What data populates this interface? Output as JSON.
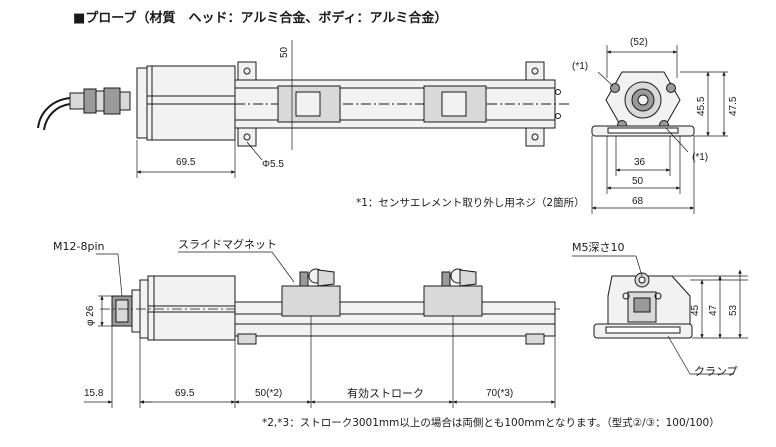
{
  "title": {
    "square": "■",
    "text": "プローブ（材質　ヘッド：アルミ合金、ボディ：アルミ合金）"
  },
  "top_view": {
    "dim_50_vertical": "50",
    "dim_69_5": "69.5",
    "dim_phi_5_5": "Φ5.5"
  },
  "end_view_top": {
    "dim_52": "(52)",
    "mark_1_left": "(*1)",
    "mark_1_right": "(*1)",
    "dim_45_5": "45.5",
    "dim_47_5": "47.5",
    "dim_36": "36",
    "dim_50": "50",
    "dim_68": "68",
    "footnote_1": "*1：センサエレメント取り外し用ネジ（2箇所）"
  },
  "side_view": {
    "label_connector": "M12-8pin",
    "label_slide_magnet": "スライドマグネット",
    "dim_phi_26": "φ 26",
    "dim_15_8": "15.8",
    "dim_69_5": "69.5",
    "dim_50_star2": "50(*2)",
    "dim_effective_stroke": "有効ストローク",
    "dim_70_star3": "70(*3)"
  },
  "end_view_bottom": {
    "label_m5": "M5深さ10",
    "dim_45": "45",
    "dim_47": "47",
    "dim_53": "53",
    "label_clamp": "クランプ"
  },
  "footnote_2_3": "*2,*3：ストローク3001mm以上の場合は両側とも100mmとなります。（型式②/③：100/100）",
  "colors": {
    "line": "#1a1a1a",
    "fill_light": "#f2f2f2",
    "fill_mid": "#d9d9d9",
    "fill_dark": "#9a9a9a"
  }
}
